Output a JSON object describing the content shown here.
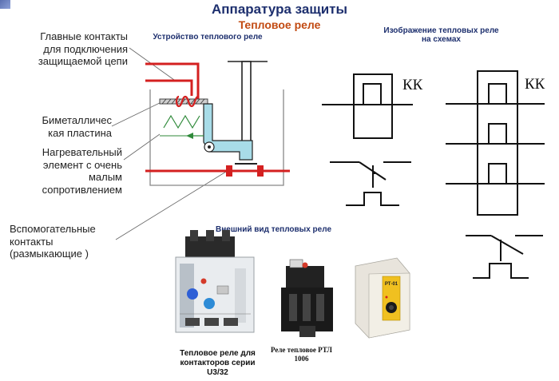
{
  "header": {
    "title": "Аппаратура защиты",
    "subtitle": "Тепловое реле"
  },
  "device_section": {
    "heading": "Устройство теплового реле"
  },
  "symbols_section": {
    "heading_line1": "Изображение тепловых реле",
    "heading_line2": "на схемах",
    "symbol_left_label": "КК",
    "symbol_right_label": "КК"
  },
  "labels": {
    "main_contacts": [
      "Главные контакты",
      "для подключения",
      "защищаемой цепи"
    ],
    "bimetal": [
      "Биметалличес",
      "кая пластина"
    ],
    "heater": [
      "Нагревательный",
      "элемент с очень",
      "малым",
      "сопротивлением"
    ],
    "aux_contacts": [
      "Вспомогательные",
      "контакты",
      "(размыкающие  )"
    ]
  },
  "appearance_section": {
    "heading": "Внешний вид тепловых реле",
    "caption_1": [
      "Тепловое реле для",
      "контакторов серии",
      "U3/32"
    ],
    "caption_2": [
      "Реле тепловое РТЛ",
      "1006"
    ],
    "relay3_label": "РТ-01"
  },
  "colors": {
    "title": "#1d2f6e",
    "subtitle": "#c24a12",
    "circuit_red": "#d42020",
    "lever_cyan": "#a8dce8",
    "heater_green": "#2f8a3a"
  }
}
